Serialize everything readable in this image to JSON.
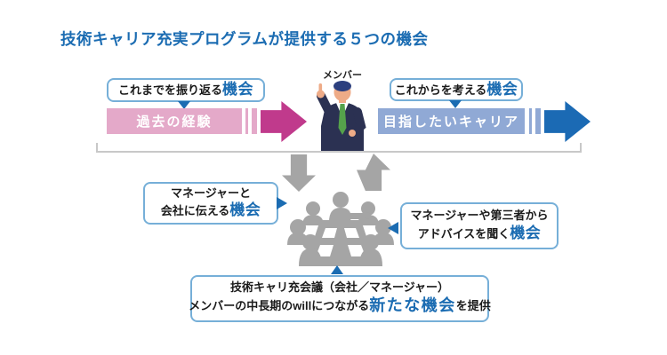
{
  "title": "技術キャリア充実プログラムが提供する５つの機会",
  "member": {
    "label": "メンバー"
  },
  "timeline": {
    "past": {
      "callout_text": "これまでを振り返る",
      "callout_highlight": "機会",
      "bar_label": "過去の経験"
    },
    "future": {
      "callout_text": "これからを考える",
      "callout_highlight": "機会",
      "bar_label": "目指したいキャリア"
    }
  },
  "meeting": {
    "tell_callout": {
      "line1": "マネージャーと",
      "line2": "会社に伝える",
      "highlight": "機会"
    },
    "advice_callout": {
      "line1": "マネージャーや第三者から",
      "line2": "アドバイスを聞く",
      "highlight": "機会"
    },
    "bottom_callout": {
      "line1": "技術キャリ充会議（会社／マネージャー）",
      "line2_pre": "メンバーの中長期のwillにつながる",
      "line2_highlight": "新たな機会",
      "line2_post": "を提供"
    }
  },
  "colors": {
    "accent_blue": "#1b6cb2",
    "callout_border": "#76afd8",
    "pink_bar": "#e4a9c9",
    "magenta_arrow": "#c03a8c",
    "light_blue_bar": "#90a9d5",
    "blue_arrow": "#1b6ab4",
    "gray": "#a5a5a5"
  }
}
